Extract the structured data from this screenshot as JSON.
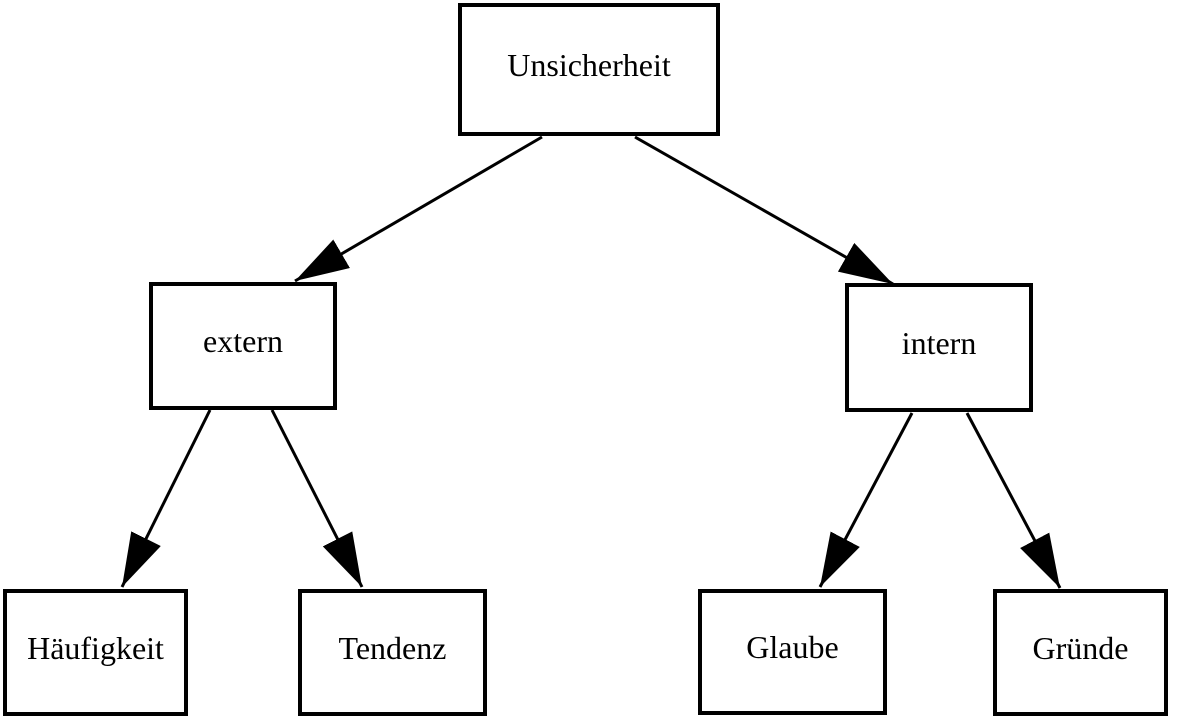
{
  "diagram": {
    "type": "tree",
    "title": "Unsicherheit tree diagram",
    "nodes": {
      "root": {
        "label": "Unsicherheit"
      },
      "extern": {
        "label": "extern"
      },
      "intern": {
        "label": "intern"
      },
      "haeufigkeit": {
        "label": "Häufigkeit"
      },
      "tendenz": {
        "label": "Tendenz"
      },
      "glaube": {
        "label": "Glaube"
      },
      "gruende": {
        "label": "Gründe"
      }
    },
    "edges": [
      {
        "from": "Unsicherheit",
        "to": "extern"
      },
      {
        "from": "Unsicherheit",
        "to": "intern"
      },
      {
        "from": "extern",
        "to": "Häufigkeit"
      },
      {
        "from": "extern",
        "to": "Tendenz"
      },
      {
        "from": "intern",
        "to": "Glaube"
      },
      {
        "from": "intern",
        "to": "Gründe"
      }
    ],
    "colors": {
      "background": "#ffffff",
      "line": "#000000",
      "box_border": "#000000",
      "box_background": "#ffffff",
      "text": "#000000"
    }
  }
}
